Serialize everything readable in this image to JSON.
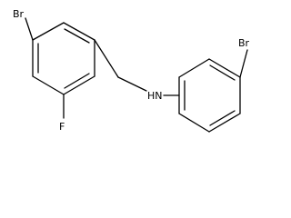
{
  "molecule": {
    "atom_labels": {
      "br_left": "Br",
      "fluorine": "F",
      "amine": "HN",
      "br_right": "Br"
    }
  }
}
